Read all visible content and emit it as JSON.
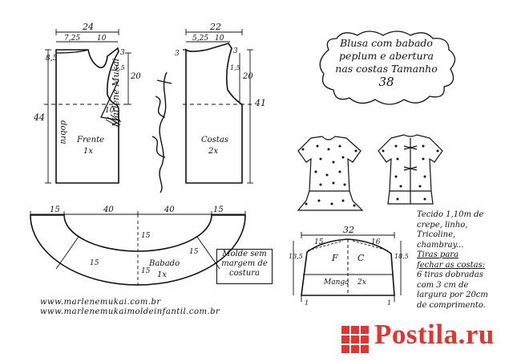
{
  "title": {
    "lines": [
      "Blusa com babado",
      "peplum e abertura",
      "nas costas Tamanho",
      "38"
    ]
  },
  "front": {
    "name": "Frente",
    "count": "1x",
    "fold": "dobra",
    "dims": {
      "top_width": "24",
      "neck_width": "7,25",
      "shoulder": "10",
      "left_drop": "8,5",
      "right_drop": "3",
      "armhole": "1,5",
      "armhole_depth": "20",
      "length": "44",
      "dart_len": "10"
    }
  },
  "back": {
    "name": "Costas",
    "count": "2x",
    "dims": {
      "top_width": "22",
      "neck_width": "5,25",
      "shoulder": "10",
      "left_drop": "3",
      "right_drop": "3",
      "armhole": "1,5",
      "armhole_depth": "20",
      "length": "41"
    }
  },
  "ruffle": {
    "name": "Babado",
    "count": "1x",
    "dims": {
      "left": "15",
      "mid_left": "40",
      "mid_right": "40",
      "right": "15",
      "height_a": "15",
      "height_b": "15",
      "diag_left": "15",
      "diag_right": "15"
    }
  },
  "sleeve": {
    "name": "Manga",
    "count": "2x",
    "front_letter": "F",
    "back_letter": "C",
    "dims": {
      "width": "32",
      "cap_left": "15",
      "cap_right": "16",
      "side_left": "13,5",
      "side_right": "18,5",
      "hem_left": "1",
      "hem_right": "1"
    }
  },
  "signature": "Marlene Mukai",
  "seam_note": [
    "Molde sem",
    "margem de",
    "costura"
  ],
  "fabric_notes": [
    "Tecido 1,10m de",
    "crepe, linho,",
    "Tricoline,",
    "chambray...",
    "Tiras para",
    "fechar as costas:",
    "6 tiras dobradas",
    "com 3 cm de",
    "largura por 20cm",
    "de comprimento."
  ],
  "urls": [
    "www.marlenemukai.com.br",
    "www.marlenemukaimoldeinfantil.com.br"
  ],
  "watermark": {
    "text": "Postila.ru",
    "color": "#e3342f"
  }
}
